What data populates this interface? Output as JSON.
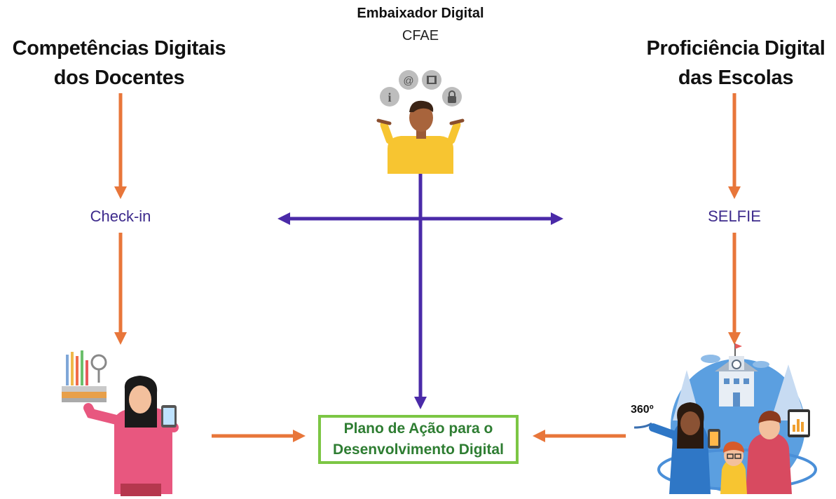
{
  "ambassador": {
    "title": "Embaixador Digital",
    "subtitle": "CFAE"
  },
  "left": {
    "title_line1": "Competências Digitais",
    "title_line2": "dos Docentes",
    "step": "Check-in"
  },
  "right": {
    "title_line1": "Proficiência Digital",
    "title_line2": "das Escolas",
    "step": "SELFIE"
  },
  "result": {
    "line1": "Plano de Ação para o",
    "line2": "Desenvolvimento Digital"
  },
  "badge_360": "360º",
  "colors": {
    "orange": "#e8763a",
    "purple": "#4a2aa8",
    "green": "#7cc644",
    "green_text": "#2e7d32",
    "step_text": "#3d2a8c"
  },
  "icons": [
    "info-icon",
    "at-icon",
    "film-icon",
    "lock-icon"
  ]
}
